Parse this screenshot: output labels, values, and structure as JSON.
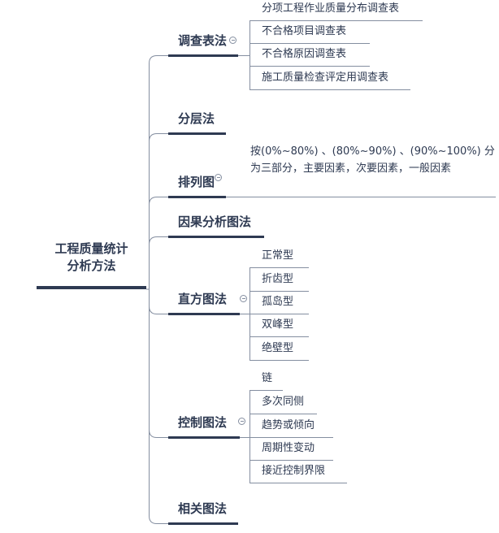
{
  "root": {
    "label": "工程质量统计分析方法",
    "lines": [
      "工程质量统计",
      "分析方法"
    ]
  },
  "branches": [
    {
      "label": "调查表法",
      "children": [
        "分项工程作业质量分布调查表",
        "不合格项目调查表",
        "不合格原因调查表",
        "施工质量检查评定用调查表"
      ]
    },
    {
      "label": "分层法",
      "children": []
    },
    {
      "label": "排列图",
      "note": "按(0%~80%) 、(80%~90%) 、(90%~100%) 分为三部分，主要因素，次要因素，一般因素"
    },
    {
      "label": "因果分析图法",
      "children": []
    },
    {
      "label": "直方图法",
      "children": [
        "正常型",
        "折齿型",
        "孤岛型",
        "双峰型",
        "绝壁型"
      ]
    },
    {
      "label": "控制图法",
      "children": [
        "链",
        "多次同侧",
        "趋势或倾向",
        "周期性变动",
        "接近控制界限"
      ]
    },
    {
      "label": "相关图法",
      "children": []
    }
  ],
  "icons": {
    "collapse": "minus-circle"
  },
  "colors": {
    "node_text": "#2e3a52",
    "thick_underline": "#2e3a52",
    "connector_line": "#848ea0",
    "background": "#ffffff"
  }
}
